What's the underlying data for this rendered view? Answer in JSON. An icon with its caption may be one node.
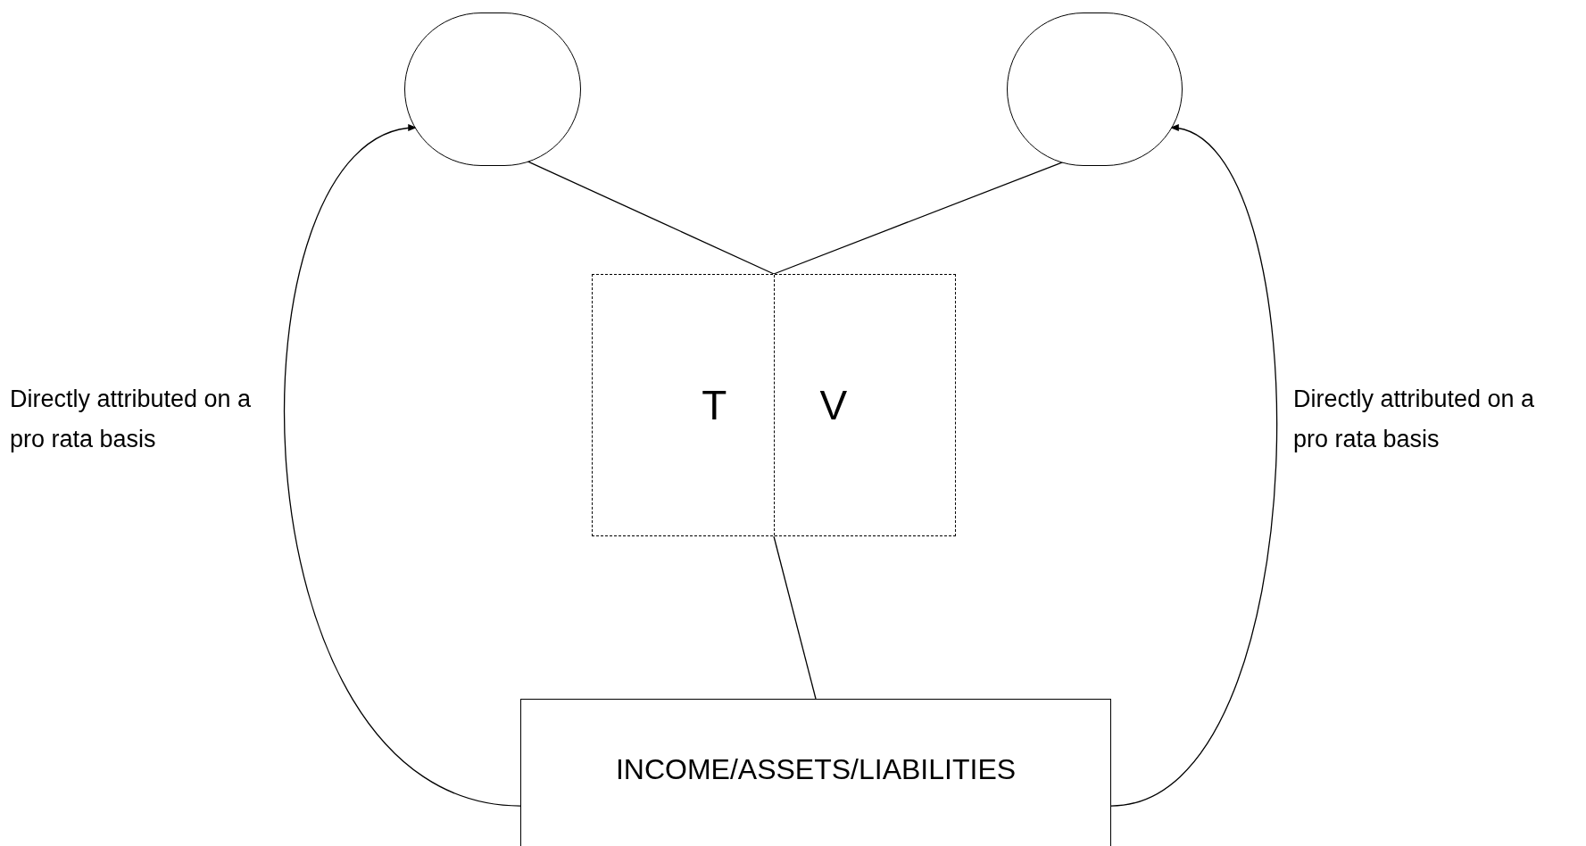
{
  "diagram": {
    "nodes": [
      {
        "text": [],
        "shape": "circle"
      },
      {
        "text": [],
        "shape": "circle"
      },
      {
        "text": [
          "T",
          "V"
        ]
      },
      {
        "text": [
          "INCOME/ASSETS/LIABILITIES"
        ]
      }
    ],
    "edges": [
      {
        "from": 0,
        "to": 2,
        "arrow": "none"
      },
      {
        "from": 1,
        "to": 2,
        "arrow": "none"
      },
      {
        "from": 2,
        "to": 3,
        "arrow": "none"
      },
      {
        "from": 3,
        "to": 0,
        "arrow": "to",
        "label": "Directly attributed on a pro rata basis"
      },
      {
        "from": 3,
        "to": 1,
        "arrow": "to",
        "label": "Directly attributed on a pro rata basis"
      }
    ]
  }
}
